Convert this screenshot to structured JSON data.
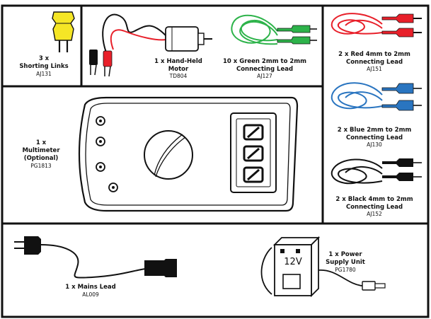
{
  "items": {
    "shorting_links": {
      "line1": "3 x",
      "line2": "Shorting Links",
      "code": "AJ131"
    },
    "motor": {
      "line1": "1 x Hand-Held",
      "line2": "Motor",
      "code": "TD804"
    },
    "green_leads": {
      "line1": "10 x Green 2mm to 2mm",
      "line2": "Connecting Lead",
      "code": "AJ127"
    },
    "red_leads": {
      "line1": "2 x Red 4mm to 2mm",
      "line2": "Connecting Lead",
      "code": "AJ151"
    },
    "multimeter": {
      "line1": "1 x",
      "line2": "Multimeter",
      "line3": "(Optional)",
      "code": "PG1813"
    },
    "blue_leads": {
      "line1": "2 x Blue 2mm to 2mm",
      "line2": "Connecting Lead",
      "code": "AJ130"
    },
    "black_leads": {
      "line1": "2 x Black 4mm to 2mm",
      "line2": "Connecting Lead",
      "code": "AJ152"
    },
    "mains_lead": {
      "line1": "1 x Mains Lead",
      "code": "AL009"
    },
    "power_supply": {
      "line1": "1 x Power",
      "line2": "Supply Unit",
      "code": "PG1780",
      "label": "12V"
    }
  },
  "colors": {
    "yellow": "#f5e626",
    "red": "#e8202a",
    "green": "#2db34a",
    "blue": "#2a75c0",
    "black": "#111111"
  }
}
